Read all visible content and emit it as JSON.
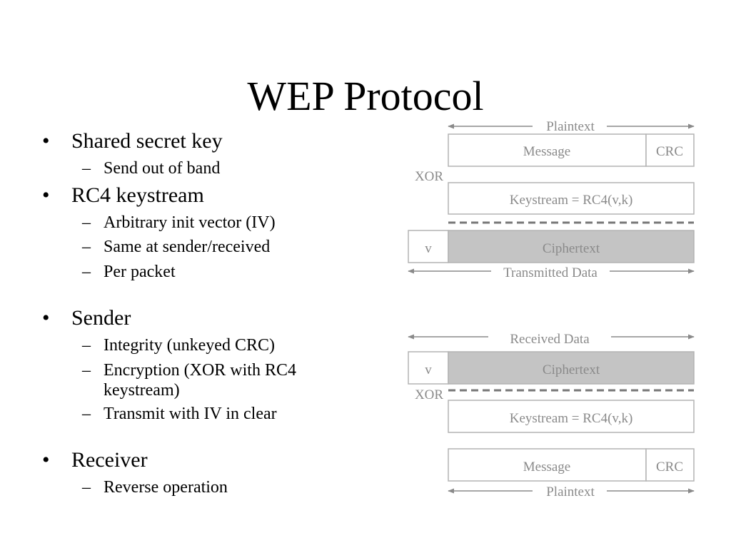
{
  "title": "WEP Protocol",
  "bullets": {
    "shared_key": "Shared secret key",
    "send_band": "Send out of band",
    "rc4": "RC4 keystream",
    "arbitrary_iv": "Arbitrary init vector (IV)",
    "same_sender": "Same at sender/received",
    "per_packet": "Per packet",
    "sender": "Sender",
    "integrity": "Integrity (unkeyed CRC)",
    "encryption_1": "Encryption (XOR with RC4",
    "encryption_2": "keystream)",
    "transmit": "Transmit with IV in clear",
    "receiver": "Receiver",
    "reverse": "Reverse operation"
  },
  "diagram": {
    "top": {
      "plaintext_label": "Plaintext",
      "message": "Message",
      "crc": "CRC",
      "xor": "XOR",
      "keystream": "Keystream = RC4(v,k)",
      "v": "v",
      "ciphertext": "Ciphertext",
      "transmitted": "Transmitted Data"
    },
    "bottom": {
      "received": "Received Data",
      "v": "v",
      "ciphertext": "Ciphertext",
      "xor": "XOR",
      "keystream": "Keystream = RC4(v,k)",
      "message": "Message",
      "crc": "CRC",
      "plaintext_label": "Plaintext"
    }
  },
  "colors": {
    "label_gray": "#8a8a8a",
    "box_border": "#b3b3b3",
    "ciphertext_fill": "#c4c4c4"
  }
}
